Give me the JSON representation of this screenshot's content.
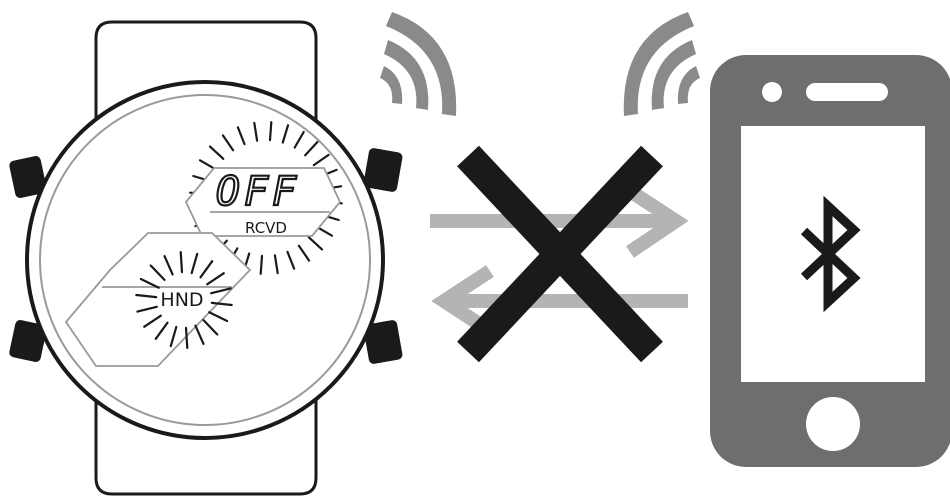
{
  "watch": {
    "display_main": "OFF",
    "display_label": "RCVD",
    "display_sub": "HND"
  },
  "connection": {
    "status": "blocked",
    "icon": "x-mark-icon"
  },
  "phone": {
    "icon": "bluetooth-icon"
  },
  "colors": {
    "outline": "#1a1a1a",
    "phone_body": "#6e6e6e",
    "signal": "#8a8a8a",
    "arrows": "#b4b4b4",
    "dial_inner": "#9a9a9a"
  }
}
